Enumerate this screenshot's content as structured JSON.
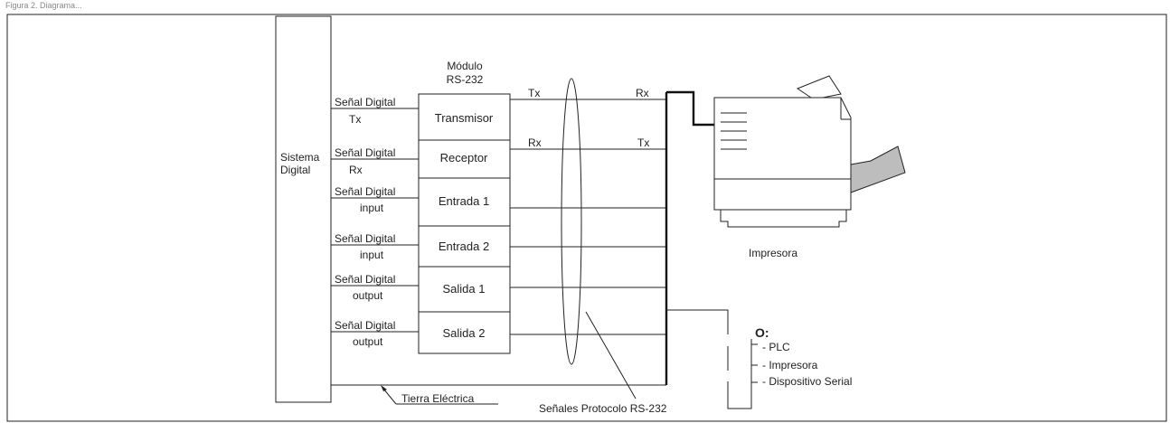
{
  "figure_caption": "Figura 2. Diagrama...",
  "system": {
    "line1": "Sistema",
    "line2": "Digital"
  },
  "module_title": {
    "line1": "Módulo",
    "line2": "RS-232"
  },
  "modules": [
    "Transmisor",
    "Receptor",
    "Entrada 1",
    "Entrada 2",
    "Salida 1",
    "Salida 2"
  ],
  "signals": [
    {
      "top": "Señal Digital",
      "bottom": "Tx"
    },
    {
      "top": "Señal Digital",
      "bottom": "Rx"
    },
    {
      "top": "Señal Digital",
      "bottom": "input"
    },
    {
      "top": "Señal Digital",
      "bottom": "input"
    },
    {
      "top": "Señal Digital",
      "bottom": "output"
    },
    {
      "top": "Señal Digital",
      "bottom": "output"
    }
  ],
  "wire_labels": {
    "tx_left": "Tx",
    "rx_right": "Rx",
    "rx_left": "Rx",
    "tx_right": "Tx"
  },
  "printer_label": "Impresora",
  "ground_label": "Tierra Eléctrica",
  "protocol_label": "Señales Protocolo RS-232",
  "options": {
    "title": "O:",
    "items": [
      "- PLC",
      "- Impresora",
      "- Dispositivo Serial"
    ]
  }
}
